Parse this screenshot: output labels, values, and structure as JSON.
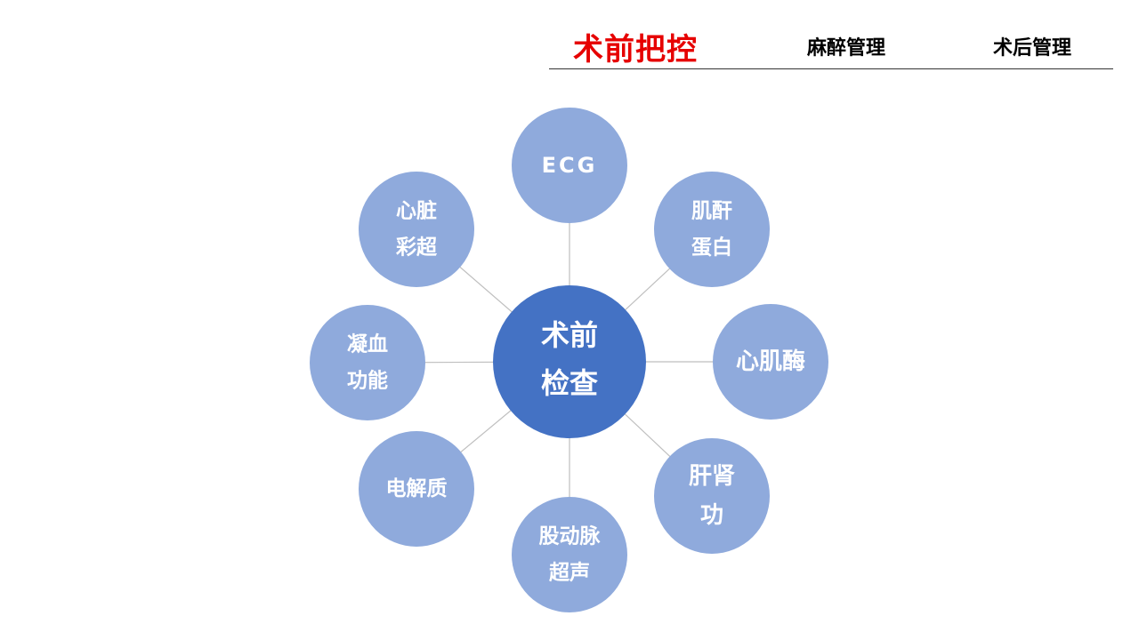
{
  "tabs": [
    {
      "label": "术前把控",
      "active": true
    },
    {
      "label": "麻醉管理",
      "active": false
    },
    {
      "label": "术后管理",
      "active": false
    }
  ],
  "diagram": {
    "center": {
      "lines": [
        "术前",
        "检查"
      ]
    },
    "nodes": [
      {
        "id": "ecg",
        "lines": [
          "ECG"
        ]
      },
      {
        "id": "creatinine",
        "lines": [
          "肌酐",
          "蛋白"
        ]
      },
      {
        "id": "myocardial-enzyme",
        "lines": [
          "心肌酶"
        ]
      },
      {
        "id": "liver-kidney",
        "lines": [
          "肝肾",
          "功"
        ]
      },
      {
        "id": "femoral-ultrasound",
        "lines": [
          "股动脉",
          "超声"
        ]
      },
      {
        "id": "electrolyte",
        "lines": [
          "电解质"
        ]
      },
      {
        "id": "coagulation",
        "lines": [
          "凝血",
          "功能"
        ]
      },
      {
        "id": "echocardiography",
        "lines": [
          "心脏",
          "彩超"
        ]
      }
    ]
  },
  "colors": {
    "active_tab": "#e60000",
    "center_fill": "#4472c4",
    "node_fill": "#8faadc",
    "connector": "#bfbfbf"
  }
}
